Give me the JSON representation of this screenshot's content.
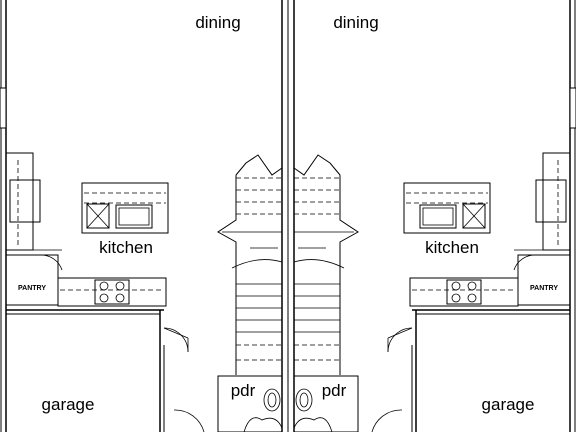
{
  "labels": {
    "dining_left": "dining",
    "dining_right": "dining",
    "kitchen_left": "kitchen",
    "kitchen_right": "kitchen",
    "pantry_left": "PANTRY",
    "pantry_right": "PANTRY",
    "garage_left": "garage",
    "garage_right": "garage",
    "pdr_left": "pdr",
    "pdr_right": "pdr"
  },
  "colors": {
    "line": "#000000",
    "background": "#ffffff"
  }
}
